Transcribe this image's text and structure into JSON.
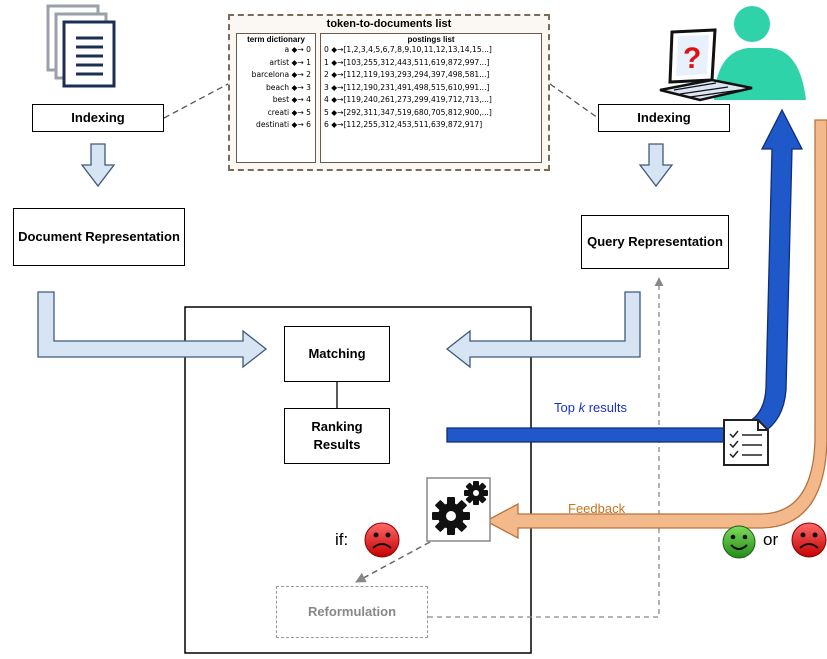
{
  "token_list": {
    "title": "token-to-documents list",
    "term_dictionary": {
      "header": "term dictionary",
      "terms": [
        "a",
        "artist",
        "barcelona",
        "beach",
        "best",
        "creati",
        "destinati"
      ]
    },
    "postings_list": {
      "header": "postings list",
      "rows": [
        "0 ◆→[1,2,3,4,5,6,7,8,9,10,11,12,13,14,15...]",
        "1 ◆→[103,255,312,443,511,619,872,997...]",
        "2 ◆→[112,119,193,293,294,397,498,581...]",
        "3 ◆→[112,190,231,491,498,515,610,991...]",
        "4 ◆→[119,240,261,273,299,419,712,713,...]",
        "5 ◆→[292,311,347,519,680,705,812,900,...]",
        "6 ◆→[112,255,312,453,511,639,872,917]"
      ]
    },
    "term_ids": [
      "0",
      "1",
      "2",
      "3",
      "4",
      "5",
      "6"
    ]
  },
  "boxes": {
    "indexing_left": "Indexing",
    "indexing_right": "Indexing",
    "document_representation": "Document Representation",
    "query_representation": "Query Representation",
    "matching": "Matching",
    "ranking_results": "Ranking Results",
    "reformulation": "Reformulation"
  },
  "labels": {
    "top_prefix": "Top ",
    "top_k": "k",
    "top_suffix": " results",
    "feedback": "Feedback",
    "if": "if:",
    "or": "or"
  },
  "icons": {
    "documents": "document-stack-icon",
    "user": "user-at-computer-icon",
    "question": "question-mark-icon",
    "results_doc": "checklist-document-icon",
    "gears": "gears-icon",
    "sad": "sad-face-icon",
    "happy": "happy-face-icon"
  },
  "colors": {
    "light_arrow_fill": "#d6e4f4",
    "light_arrow_stroke": "#3f5b7a",
    "blue_arrow": "#1f58c8",
    "orange_arrow": "#f4b98a",
    "user_green": "#2fd3a9",
    "sad_red": "#e02020",
    "happy_green": "#3cb034",
    "top_k_text": "#1a2fd8",
    "feedback_text": "#c8731e",
    "dashed_gray": "#888888"
  }
}
